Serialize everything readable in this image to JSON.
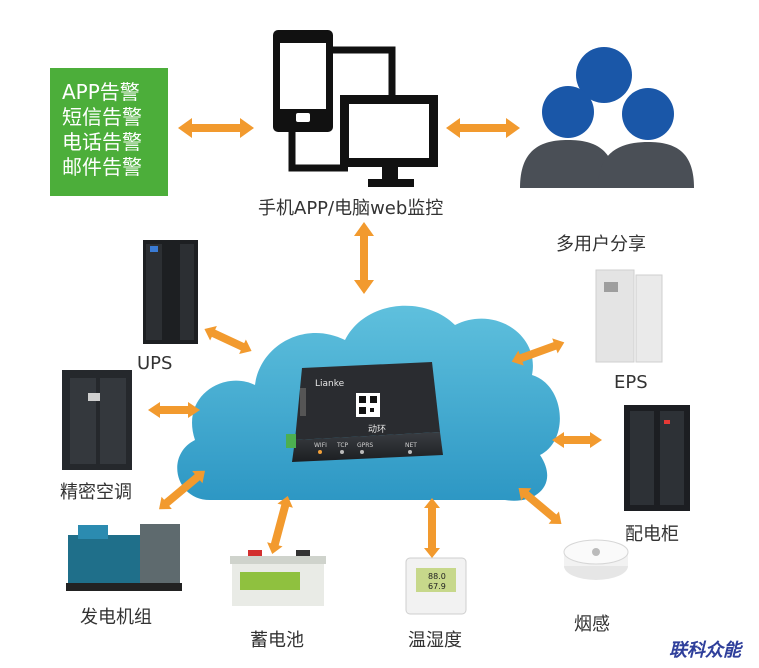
{
  "alerts": {
    "items": [
      "APP告警",
      "短信告警",
      "电话告警",
      "邮件告警"
    ]
  },
  "monitor_label": "手机APP/电脑web监控",
  "multiuser_label": "多用户分享",
  "devices": {
    "ups": "UPS",
    "ac": "精密空调",
    "generator": "发电机组",
    "battery": "蓄电池",
    "temp_humidity": "温湿度",
    "smoke": "烟感",
    "cabinet": "配电柜",
    "eps": "EPS"
  },
  "gateway": {
    "brand": "Lianke",
    "title": "动环",
    "indicators": [
      "WIFI",
      "TCP",
      "GPRS",
      "NET"
    ]
  },
  "sensor_display": {
    "line1": "88.0",
    "line2": "67.9"
  },
  "watermark": "联科众能",
  "colors": {
    "alert_green": "#4cae3a",
    "arrow_orange": "#f29a2e",
    "cloud_blue": "#3fa8cc",
    "user_blue": "#1a57a8",
    "user_gray": "#4a4f56",
    "brand_blue": "#2f3f9b"
  }
}
